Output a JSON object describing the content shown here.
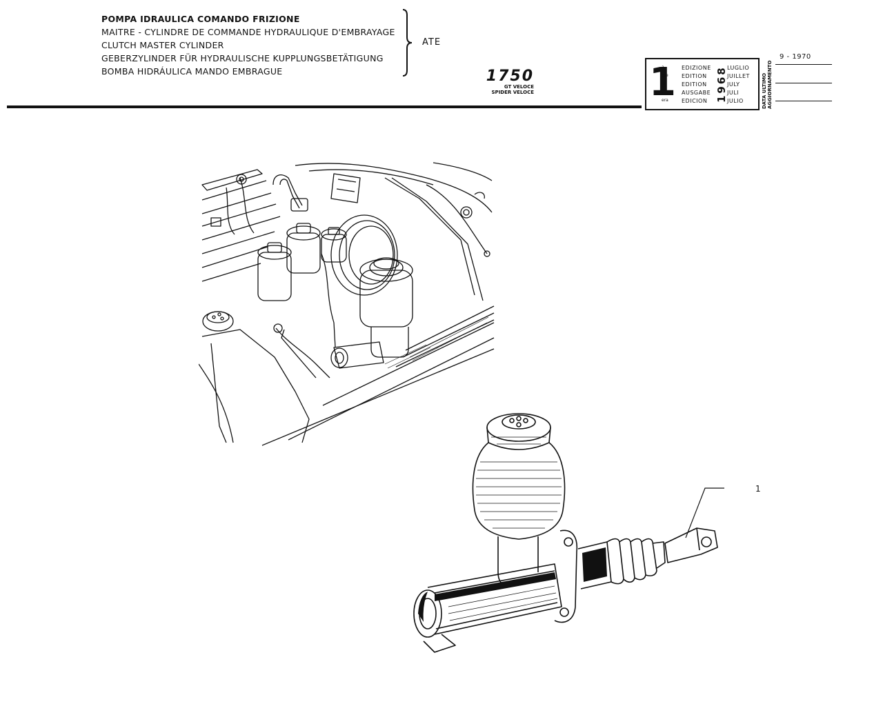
{
  "header": {
    "titles": [
      "POMPA IDRAULICA COMANDO FRIZIONE",
      "MAITRE - CYLINDRE DE COMMANDE HYDRAULIQUE D'EMBRAYAGE",
      "CLUTCH MASTER CYLINDER",
      "GEBERZYLINDER FÜR HYDRAULISCHE KUPPLUNGSBETÄTIGUNG",
      "BOMBA HIDRÁULICA MANDO EMBRAGUE"
    ],
    "manufacturer": "ATE",
    "model": {
      "number": "1750",
      "variants": [
        "GT VELOCE",
        "SPIDER VELOCE"
      ]
    }
  },
  "edition_box": {
    "number": "1",
    "suffixes": [
      "a",
      "ere",
      "st",
      ".",
      "era"
    ],
    "edition_labels": [
      "EDIZIONE",
      "EDITION",
      "EDITION",
      "AUSGABE",
      "EDICION"
    ],
    "year": "1968",
    "months": [
      "LUGLIO",
      "JUILLET",
      "JULY",
      "JULI",
      "JULIO"
    ],
    "update_label": [
      "DATA ULTIMO",
      "AGGIORNAMENTO"
    ],
    "update_date": "9 - 1970"
  },
  "callouts": [
    {
      "number": "1",
      "part": "clutch-master-cylinder"
    }
  ],
  "colors": {
    "ink": "#111111",
    "paper": "#ffffff"
  }
}
